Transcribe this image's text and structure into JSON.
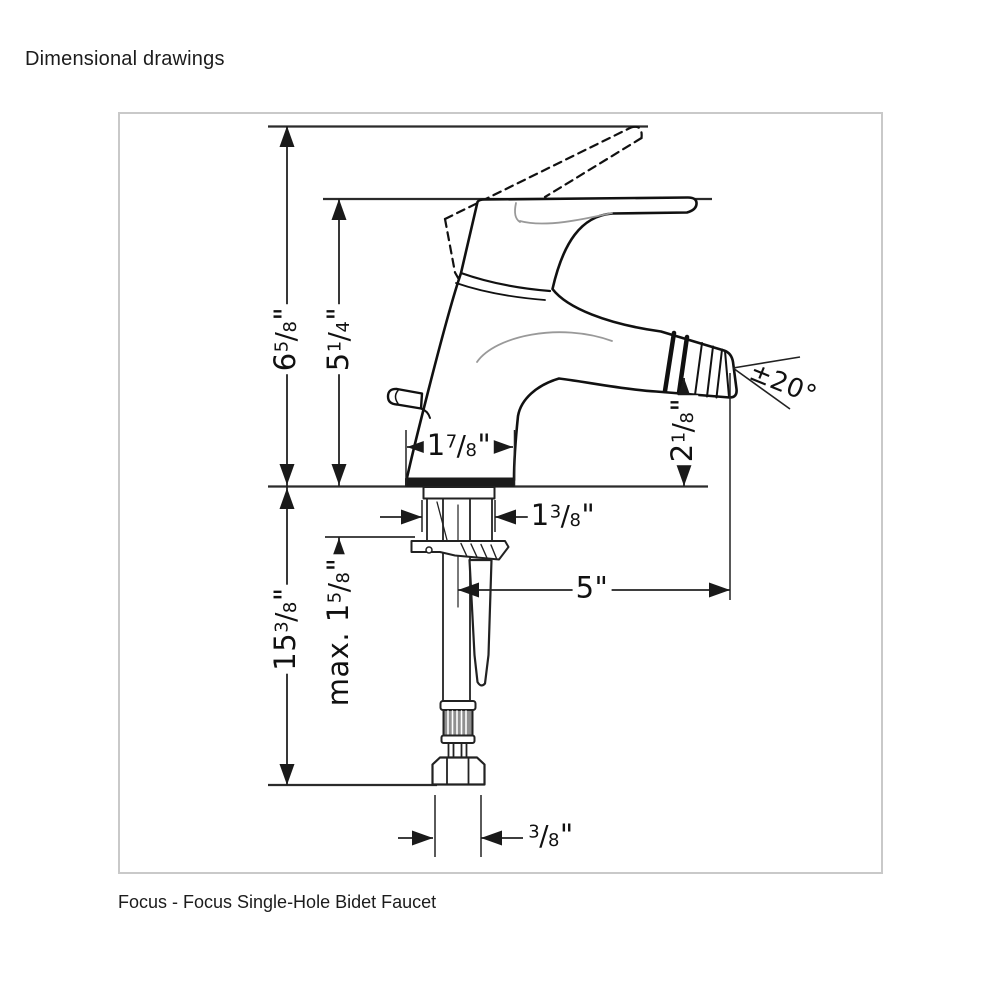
{
  "page": {
    "title": "Dimensional drawings",
    "caption": "Focus - Focus Single-Hole Bidet Faucet"
  },
  "colors": {
    "line": "#1a1a1a",
    "muted_line": "#999999",
    "box_border": "#c9c9c9",
    "braid_fill": "#8f8f8f"
  },
  "dims": {
    "height_total": {
      "whole": "6",
      "frac": "5/8",
      "unit": "\""
    },
    "height_to_handle": {
      "whole": "5",
      "frac": "1/4",
      "unit": "\""
    },
    "base_width": {
      "whole": "1",
      "frac": "7/8",
      "unit": "\""
    },
    "spout_height": {
      "whole": "2",
      "frac": "1/8",
      "unit": "\""
    },
    "spout_angle": {
      "label": "±20°"
    },
    "shank_width": {
      "whole": "1",
      "frac": "3/8",
      "unit": "\""
    },
    "spout_reach": {
      "whole": "5",
      "frac": "",
      "unit": "\""
    },
    "riser_length": {
      "whole": "15",
      "frac": "3/8",
      "unit": "\""
    },
    "max_deck_thickness": {
      "prefix": "max. ",
      "whole": "1",
      "frac": "5/8",
      "unit": "\""
    },
    "supply_conn_size": {
      "whole": "",
      "frac": "3/8",
      "unit": "\""
    }
  }
}
